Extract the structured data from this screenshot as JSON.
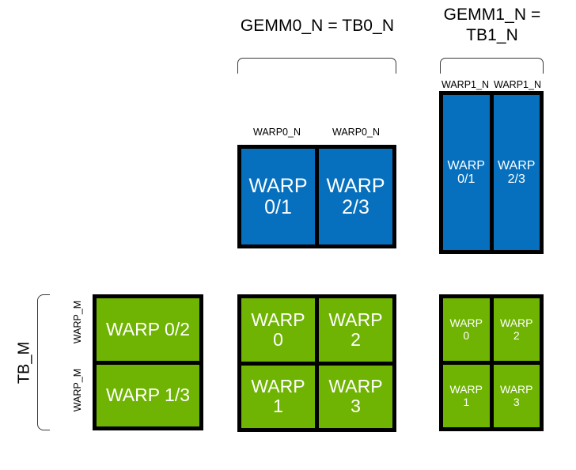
{
  "meta": {
    "diagram_title": "GEMM warp / threadblock tiling layout",
    "colors": {
      "blue": "#0670be",
      "green": "#6fb402",
      "outline": "#000000",
      "bracket": "#3a3a3a",
      "text_on_fill": "#ffffff",
      "background": "#ffffff"
    }
  },
  "groups": {
    "gemm0": {
      "title": "GEMM0_N = TB0_N",
      "bracket_name": "gemm0-n-bracket"
    },
    "gemm1": {
      "title": "GEMM1_N =\nTB1_N",
      "bracket_name": "gemm1-n-bracket"
    }
  },
  "ticks": {
    "warp0_n_left": "WARP0_N",
    "warp0_n_right": "WARP0_N",
    "warp1_n_left": "WARP1_N",
    "warp1_n_right": "WARP1_N",
    "warp_m_top": "WARP_M",
    "warp_m_bottom": "WARP_M",
    "tb_m": "TB_M"
  },
  "blocks": {
    "gemm0_blue": {
      "name": "gemm0-blue-block",
      "orientation": "columns",
      "cells": [
        {
          "label": "WARP\n0/1",
          "color": "blue"
        },
        {
          "label": "WARP\n2/3",
          "color": "blue"
        }
      ]
    },
    "gemm1_blue": {
      "name": "gemm1-blue-block",
      "orientation": "columns",
      "cells": [
        {
          "label": "WARP\n0/1",
          "color": "blue"
        },
        {
          "label": "WARP\n2/3",
          "color": "blue"
        }
      ]
    },
    "left_green": {
      "name": "left-green-block",
      "orientation": "rows",
      "cells": [
        {
          "label": "WARP 0/2",
          "color": "green"
        },
        {
          "label": "WARP 1/3",
          "color": "green"
        }
      ]
    },
    "mid_green": {
      "name": "mid-green-block",
      "orientation": "grid",
      "cells": [
        {
          "label": "WARP\n0",
          "color": "green"
        },
        {
          "label": "WARP\n2",
          "color": "green"
        },
        {
          "label": "WARP\n1",
          "color": "green"
        },
        {
          "label": "WARP\n3",
          "color": "green"
        }
      ]
    },
    "right_green": {
      "name": "right-green-block",
      "orientation": "grid",
      "cells": [
        {
          "label": "WARP\n0",
          "color": "green"
        },
        {
          "label": "WARP\n2",
          "color": "green"
        },
        {
          "label": "WARP\n1",
          "color": "green"
        },
        {
          "label": "WARP\n3",
          "color": "green"
        }
      ]
    }
  }
}
